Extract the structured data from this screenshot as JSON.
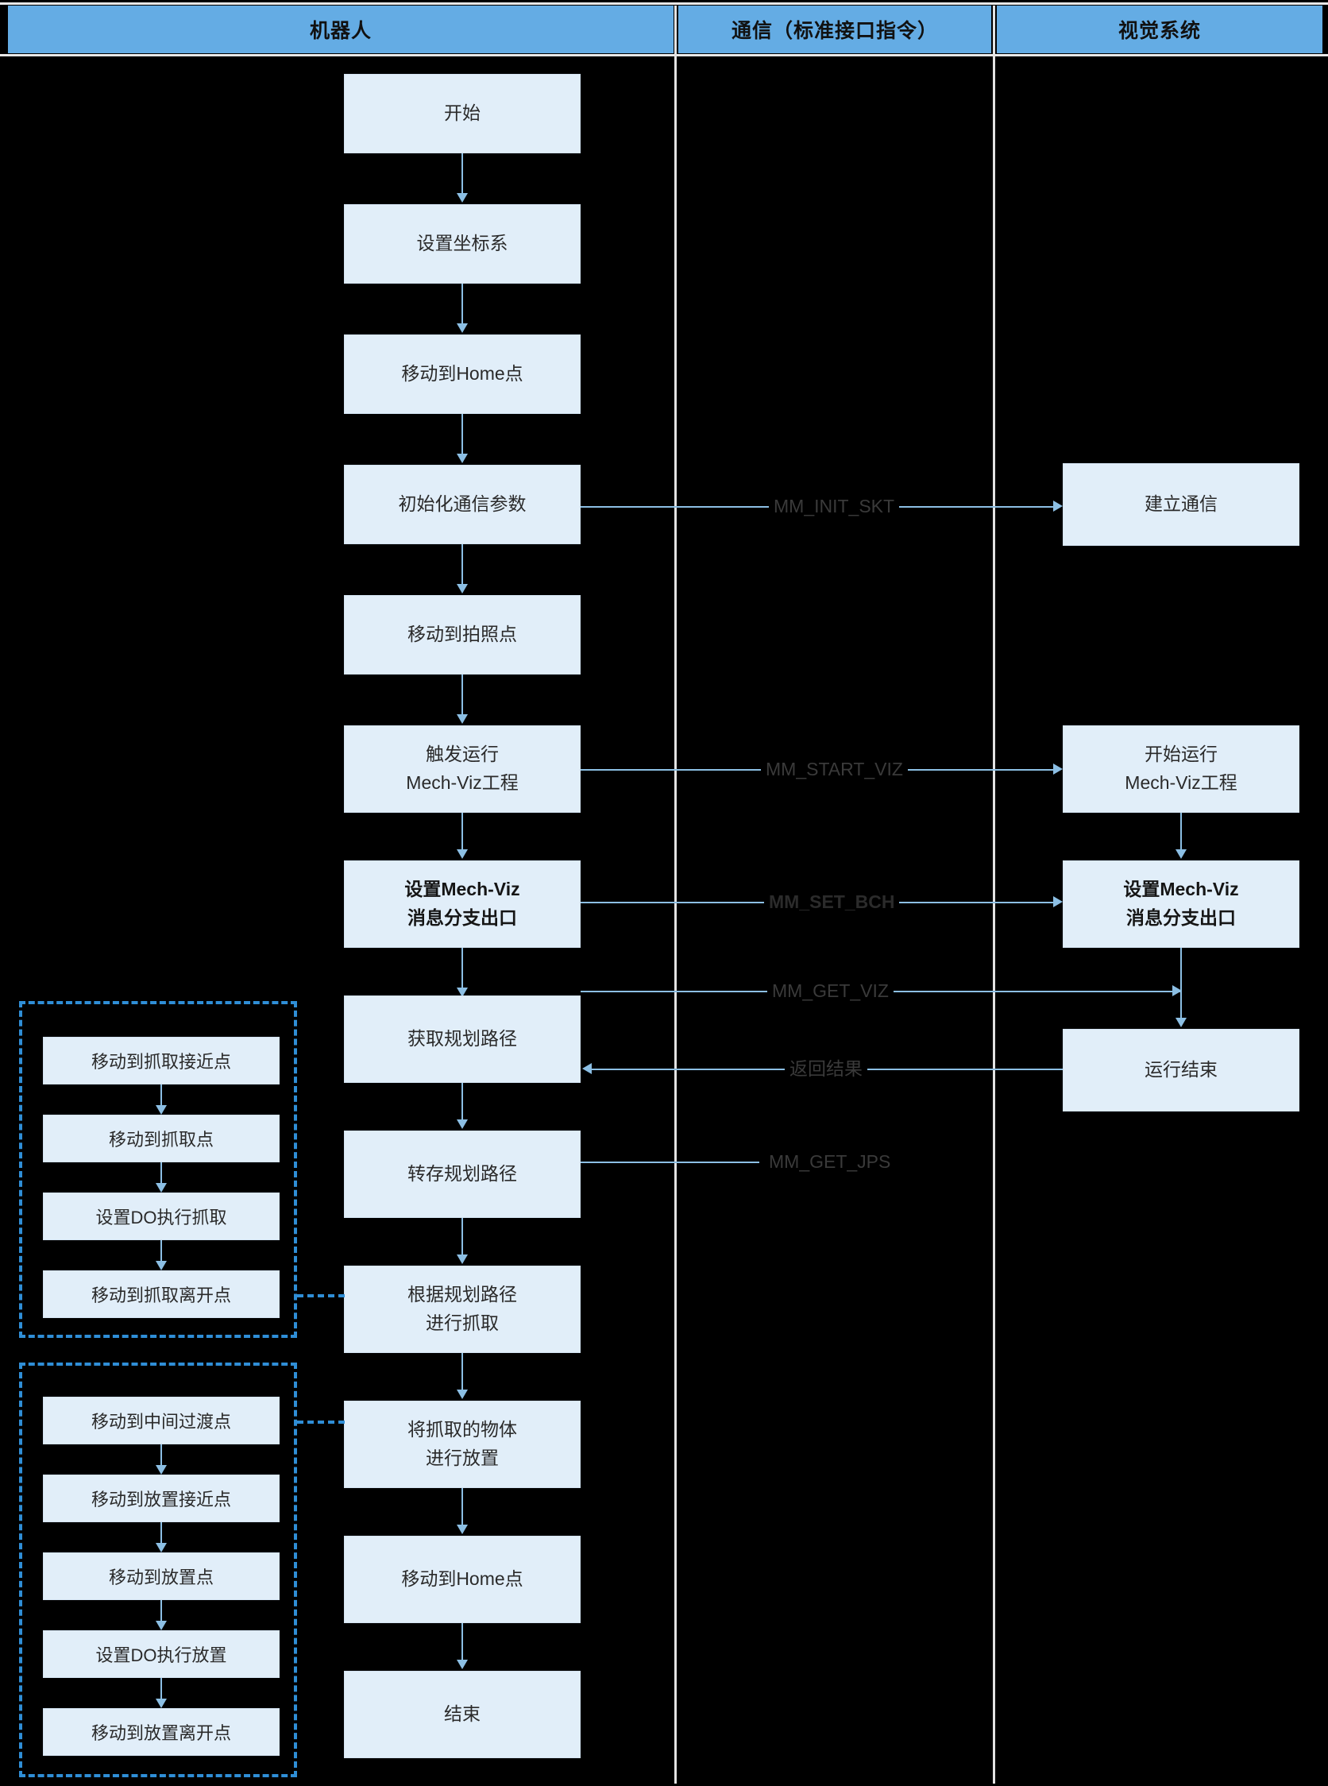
{
  "diagram": {
    "type": "swimlane-flowchart",
    "accent_color": "#64ACE4",
    "node_fill": "#e1eef9",
    "connector_color": "#8cbfe4",
    "dashed_color": "#2f8ed6",
    "background": "#000000"
  },
  "lanes": [
    {
      "id": "robot",
      "title": "机器人"
    },
    {
      "id": "comm",
      "title": "通信（标准接口指令）"
    },
    {
      "id": "vision",
      "title": "视觉系统"
    }
  ],
  "robot_nodes": [
    {
      "id": "start",
      "lines": [
        "开始"
      ],
      "bold": false
    },
    {
      "id": "set-frame",
      "lines": [
        "设置坐标系"
      ],
      "bold": false
    },
    {
      "id": "move-home-1",
      "lines": [
        "移动到Home点"
      ],
      "bold": false
    },
    {
      "id": "init-comm",
      "lines": [
        "初始化通信参数"
      ],
      "bold": false
    },
    {
      "id": "move-capture",
      "lines": [
        "移动到拍照点"
      ],
      "bold": false
    },
    {
      "id": "trigger-viz",
      "lines": [
        "触发运行",
        "Mech-Viz工程"
      ],
      "bold": false
    },
    {
      "id": "set-branch",
      "lines": [
        "设置Mech-Viz",
        "消息分支出口"
      ],
      "bold": true
    },
    {
      "id": "get-path",
      "lines": [
        "获取规划路径"
      ],
      "bold": false
    },
    {
      "id": "store-path",
      "lines": [
        "转存规划路径"
      ],
      "bold": false
    },
    {
      "id": "do-pick",
      "lines": [
        "根据规划路径",
        "进行抓取"
      ],
      "bold": false
    },
    {
      "id": "do-place",
      "lines": [
        "将抓取的物体",
        "进行放置"
      ],
      "bold": false
    },
    {
      "id": "move-home-2",
      "lines": [
        "移动到Home点"
      ],
      "bold": false
    },
    {
      "id": "end",
      "lines": [
        "结束"
      ],
      "bold": false
    }
  ],
  "vision_nodes": [
    {
      "id": "establish-comm",
      "lines": [
        "建立通信"
      ],
      "bold": false
    },
    {
      "id": "start-viz",
      "lines": [
        "开始运行",
        "Mech-Viz工程"
      ],
      "bold": false
    },
    {
      "id": "set-branch-v",
      "lines": [
        "设置Mech-Viz",
        "消息分支出口"
      ],
      "bold": true
    },
    {
      "id": "run-finished",
      "lines": [
        "运行结束"
      ],
      "bold": false
    }
  ],
  "messages": [
    {
      "id": "msg-init-skt",
      "label": "MM_INIT_SKT",
      "bold": false,
      "direction": "right"
    },
    {
      "id": "msg-start-viz",
      "label": "MM_START_VIZ",
      "bold": false,
      "direction": "right"
    },
    {
      "id": "msg-set-bch",
      "label": "MM_SET_BCH",
      "bold": true,
      "direction": "right"
    },
    {
      "id": "msg-get-viz",
      "label": "MM_GET_VIZ",
      "bold": false,
      "direction": "right"
    },
    {
      "id": "msg-result",
      "label": "返回结果",
      "bold": false,
      "direction": "left"
    },
    {
      "id": "msg-get-jps",
      "label": "MM_GET_JPS",
      "bold": false,
      "direction": "right"
    }
  ],
  "pick_group": {
    "id": "pick-sequence",
    "steps": [
      {
        "id": "pick-approach",
        "label": "移动到抓取接近点"
      },
      {
        "id": "pick-point",
        "label": "移动到抓取点"
      },
      {
        "id": "pick-do",
        "label": "设置DO执行抓取"
      },
      {
        "id": "pick-depart",
        "label": "移动到抓取离开点"
      }
    ]
  },
  "place_group": {
    "id": "place-sequence",
    "steps": [
      {
        "id": "transit-point",
        "label": "移动到中间过渡点"
      },
      {
        "id": "place-approach",
        "label": "移动到放置接近点"
      },
      {
        "id": "place-point",
        "label": "移动到放置点"
      },
      {
        "id": "place-do",
        "label": "设置DO执行放置"
      },
      {
        "id": "place-depart",
        "label": "移动到放置离开点"
      }
    ]
  }
}
